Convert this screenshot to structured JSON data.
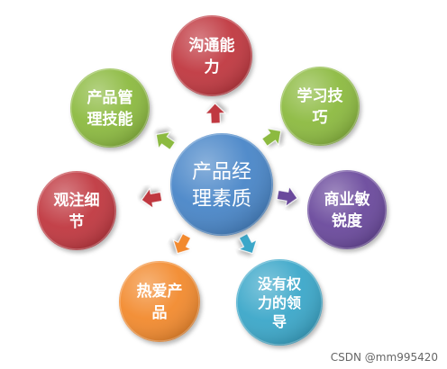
{
  "center": {
    "lines": [
      "产品经",
      "理素质"
    ],
    "color": "#4a86c8"
  },
  "nodes": [
    {
      "id": "communication",
      "lines": [
        "沟通能",
        "力"
      ],
      "color": "#c0393f"
    },
    {
      "id": "learning",
      "lines": [
        "学习技",
        "巧"
      ],
      "color": "#8cba3f"
    },
    {
      "id": "business-sense",
      "lines": [
        "商业敏",
        "锐度"
      ],
      "color": "#6a4a9c"
    },
    {
      "id": "leadership",
      "lines": [
        "没有权",
        "力的领",
        "导"
      ],
      "color": "#3aa7c9"
    },
    {
      "id": "love-product",
      "lines": [
        "热爱产",
        "品"
      ],
      "color": "#f28a2e"
    },
    {
      "id": "attention-detail",
      "lines": [
        "观注细",
        "节"
      ],
      "color": "#c0393f"
    },
    {
      "id": "product-management",
      "lines": [
        "产品管",
        "理技能"
      ],
      "color": "#8cba3f"
    }
  ],
  "watermark": "CSDN @mm995420"
}
